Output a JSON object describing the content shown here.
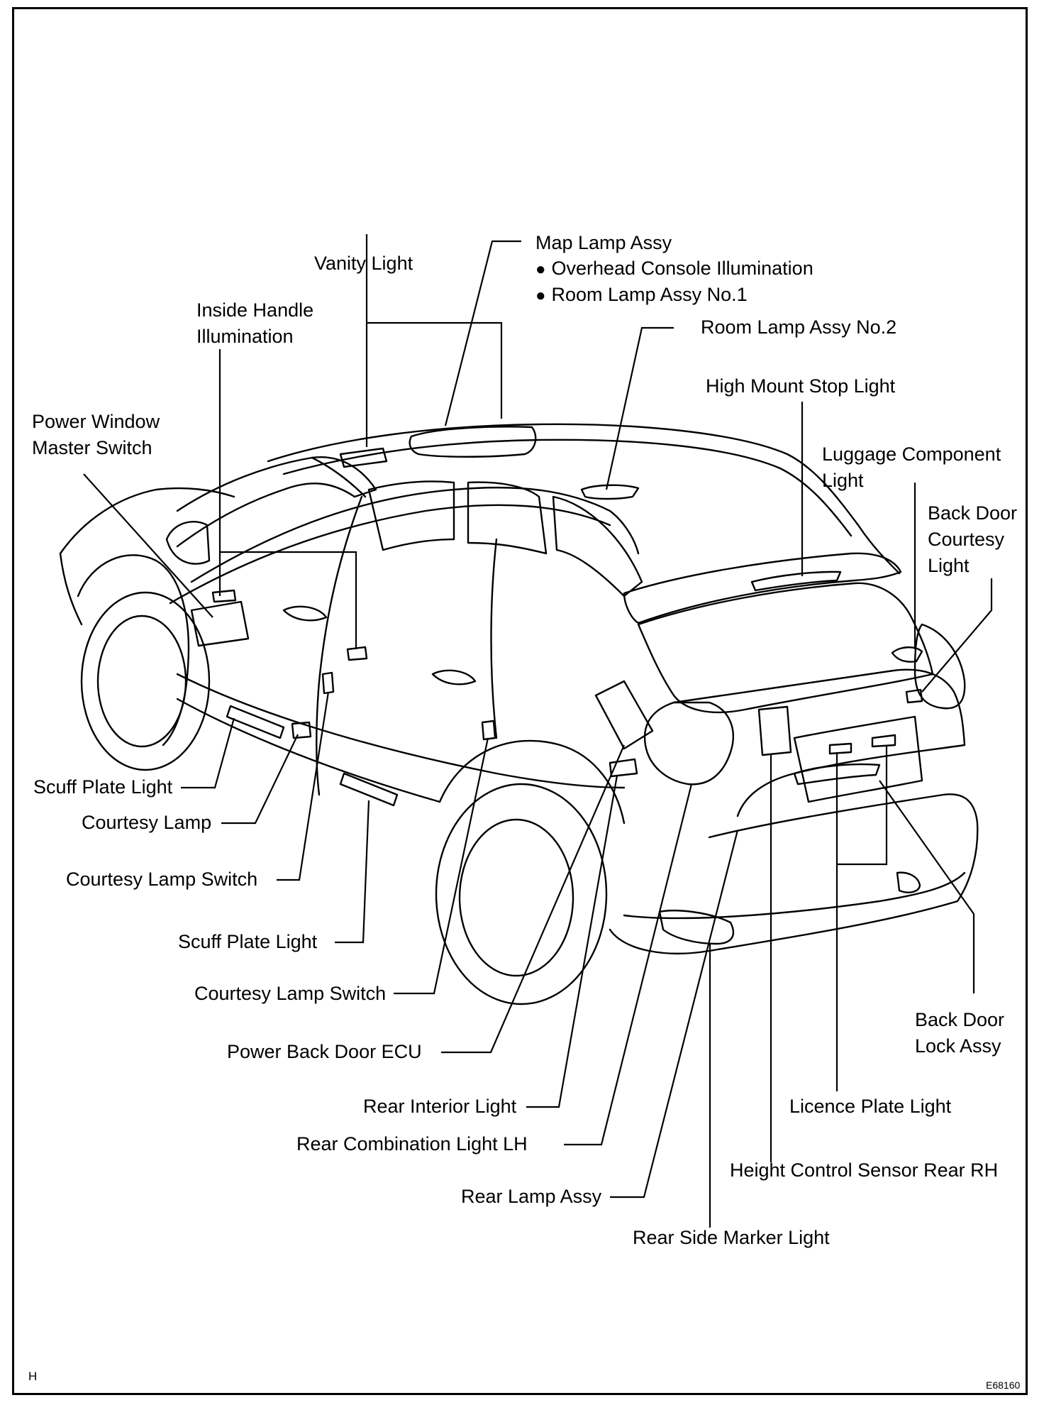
{
  "labels": {
    "map_lamp": "Map Lamp Assy",
    "overhead_console": "Overhead Console Illumination",
    "room_lamp_1": "Room Lamp Assy No.1",
    "vanity_light": "Vanity Light",
    "inside_handle_1": "Inside Handle",
    "inside_handle_2": "Illumination",
    "room_lamp_2": "Room Lamp Assy No.2",
    "high_mount": "High Mount Stop Light",
    "power_window_1": "Power Window",
    "power_window_2": "Master Switch",
    "luggage_1": "Luggage Component",
    "luggage_2": "Light",
    "back_door_courtesy_1": "Back Door",
    "back_door_courtesy_2": "Courtesy",
    "back_door_courtesy_3": "Light",
    "scuff_plate_front": "Scuff Plate Light",
    "courtesy_lamp": "Courtesy Lamp",
    "courtesy_switch_front": "Courtesy Lamp Switch",
    "scuff_plate_rear": "Scuff Plate Light",
    "courtesy_switch_rear": "Courtesy Lamp Switch",
    "power_back_door_ecu": "Power Back Door ECU",
    "rear_interior": "Rear Interior Light",
    "rear_combination": "Rear Combination Light LH",
    "rear_lamp": "Rear Lamp Assy",
    "rear_side_marker": "Rear Side Marker Light",
    "back_door_lock_1": "Back Door",
    "back_door_lock_2": "Lock Assy",
    "licence_plate": "Licence Plate Light",
    "height_control": "Height Control Sensor Rear RH"
  },
  "corner_left": "H",
  "corner_right": "E68160"
}
